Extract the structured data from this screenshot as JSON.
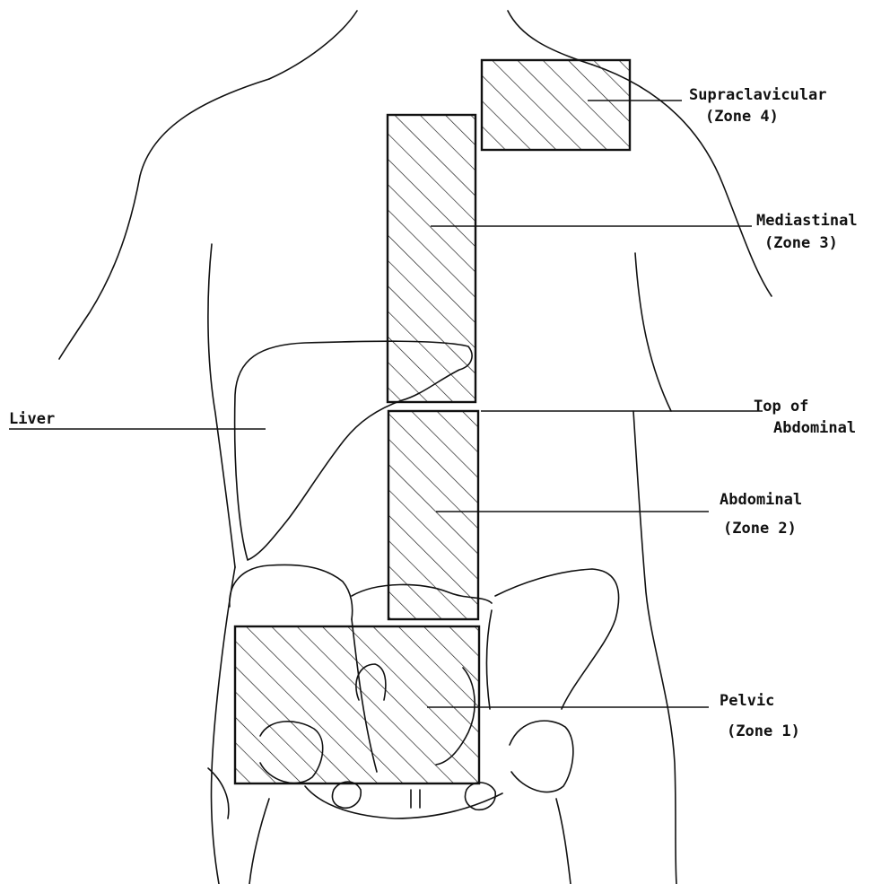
{
  "diagram": {
    "labels": {
      "supraclavicular": {
        "name": "Supraclavicular",
        "zone": "(Zone 4)"
      },
      "mediastinal": {
        "name": "Mediastinal",
        "zone": "(Zone 3)"
      },
      "liver": {
        "name": "Liver"
      },
      "top_abdominal": {
        "line1": "Top of",
        "line2": "Abdominal"
      },
      "abdominal": {
        "name": "Abdominal",
        "zone": "(Zone 2)"
      },
      "pelvic": {
        "name": "Pelvic",
        "zone": "(Zone 1)"
      }
    },
    "colors": {
      "ink": "#111111",
      "paper": "#ffffff"
    }
  }
}
